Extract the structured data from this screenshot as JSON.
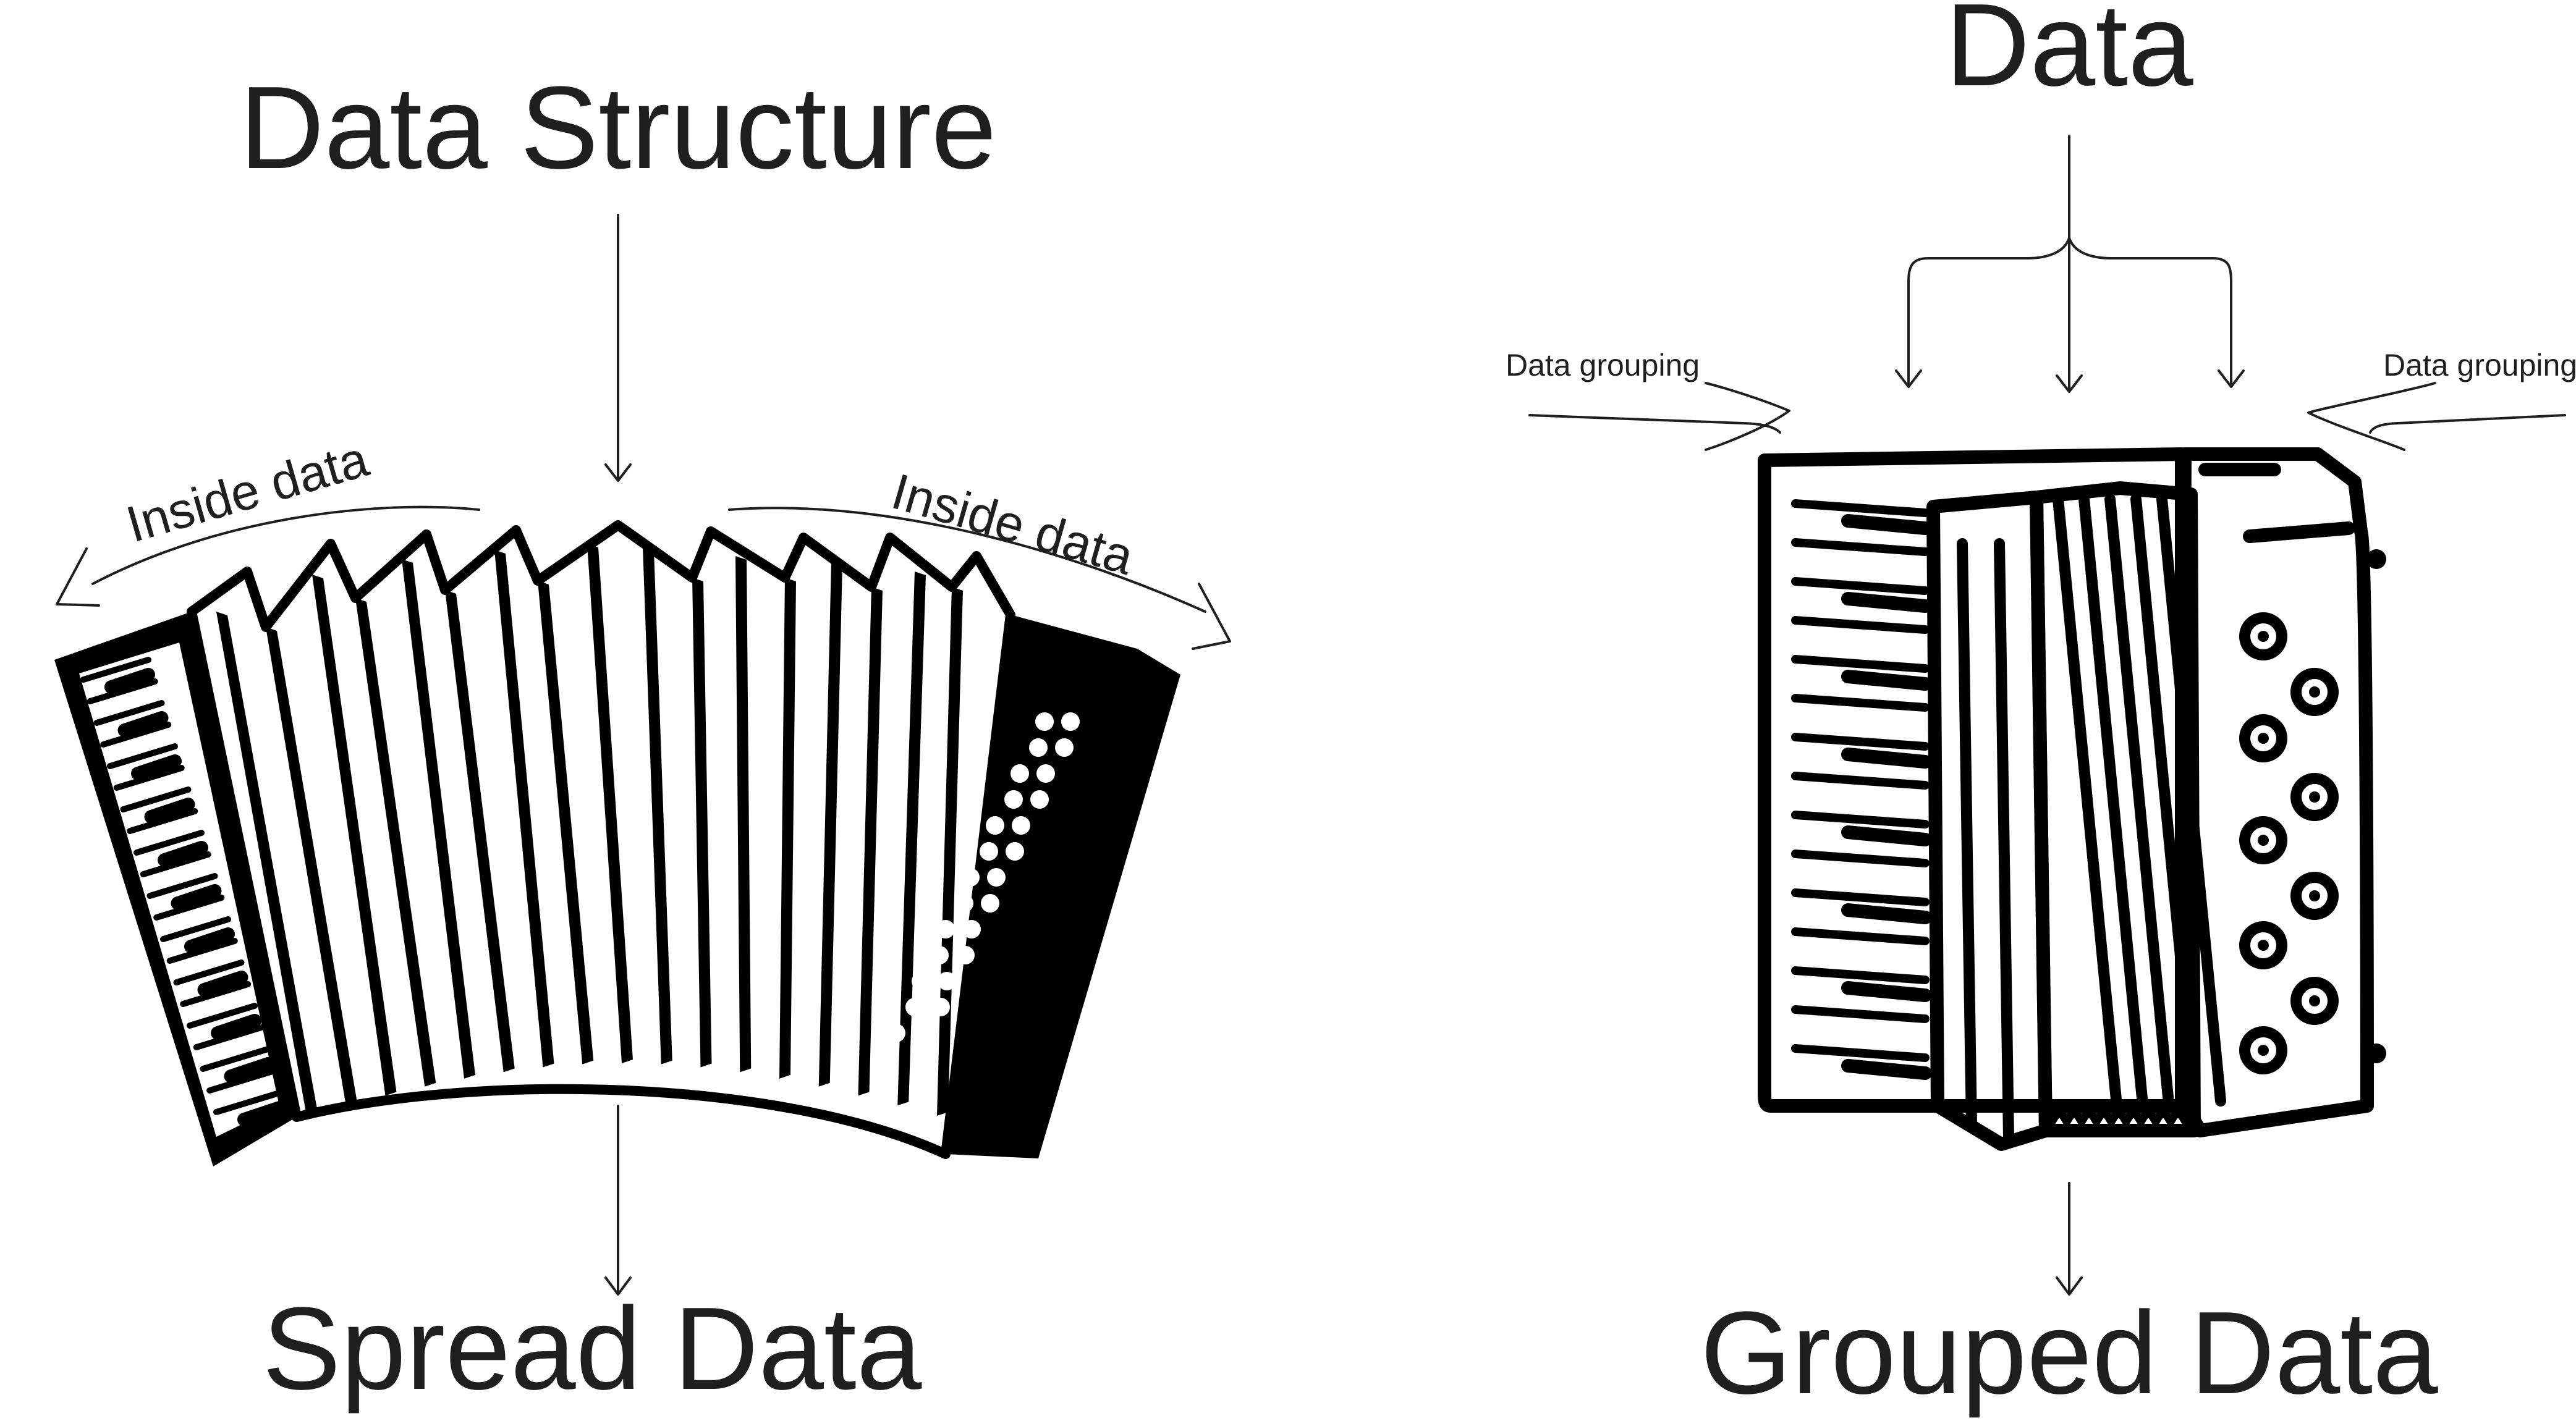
{
  "left_diagram": {
    "title": "Data Structure",
    "bottom_label": "Spread Data",
    "annotation_left": "Inside data",
    "annotation_right": "Inside data"
  },
  "right_diagram": {
    "title": "Data",
    "bottom_label": "Grouped Data",
    "annotation_left": "Data grouping",
    "annotation_right": "Data grouping"
  },
  "illustrations": {
    "left": "accordion-expanded-icon",
    "right": "accordion-compressed-icon"
  },
  "colors": {
    "ink": "#000000",
    "text": "#1f1f1f",
    "background": "#ffffff"
  }
}
